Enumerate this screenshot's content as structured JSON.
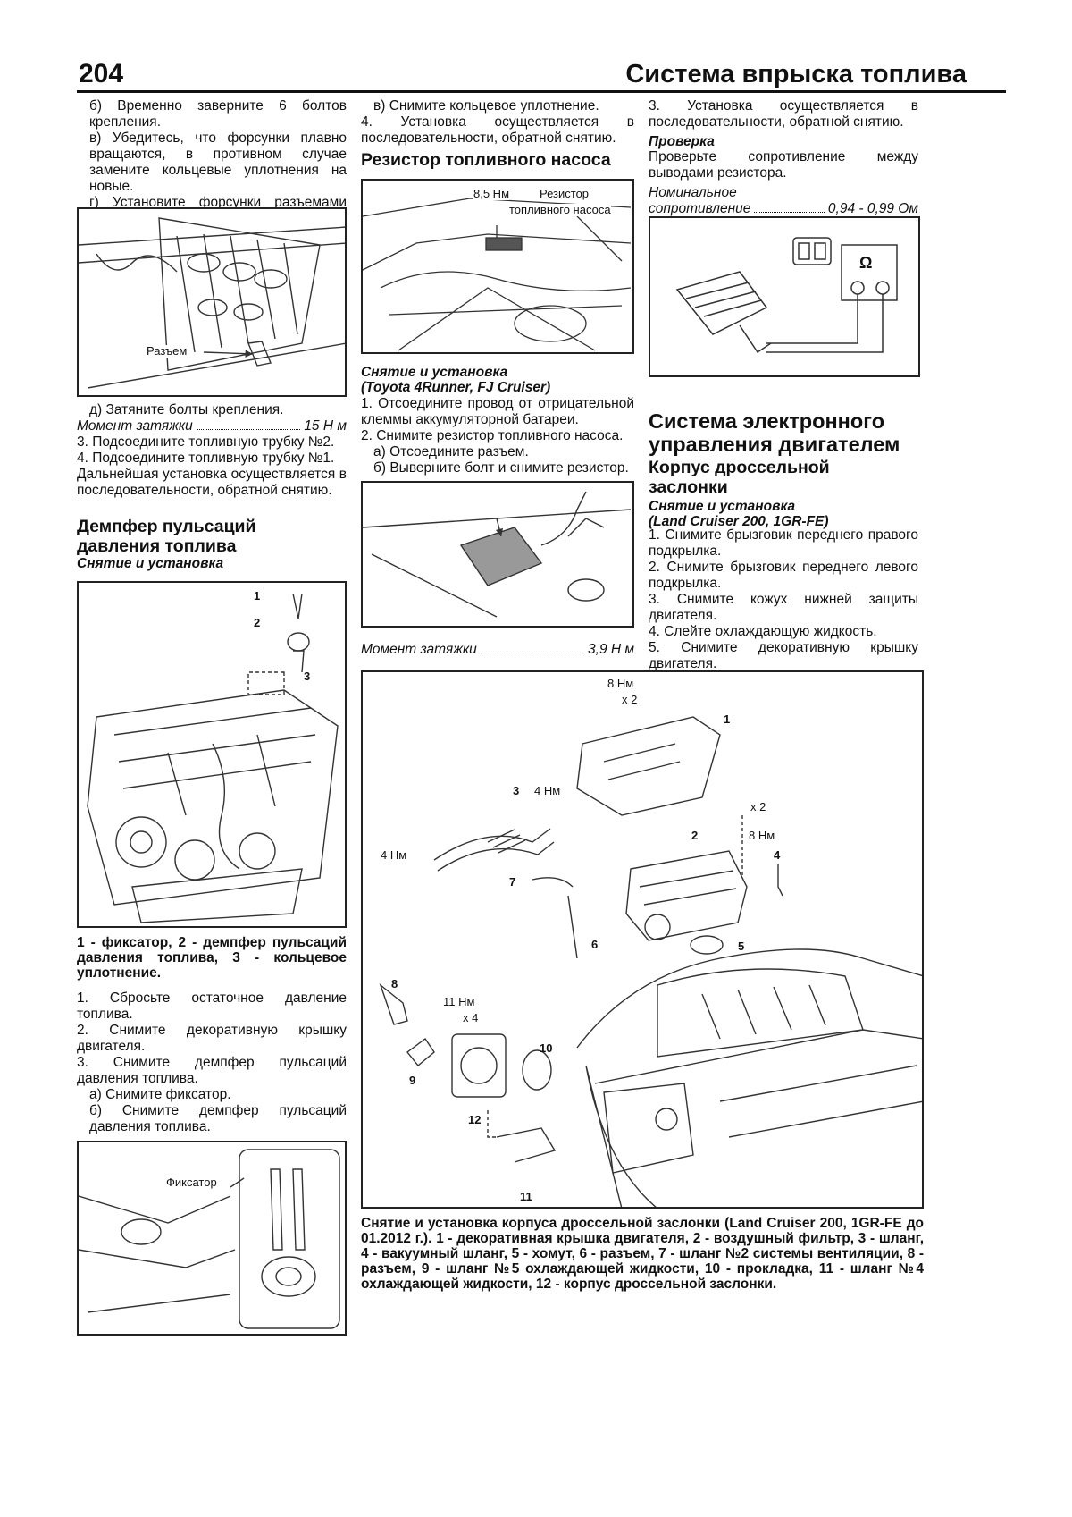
{
  "header": {
    "page_number": "204",
    "section_title": "Система впрыска топлива"
  },
  "col1": {
    "step_b": "б) Временно заверните 6 болтов крепления.",
    "step_v": "в) Убедитесь, что форсунки плавно вращаются, в противном случае замените кольцевые уплотнения на новые.",
    "step_g": "г) Установите форсунки разъемами наружу.",
    "fig1_label": "Разъем",
    "step_d": "д) Затяните болты крепления.",
    "torque_label": "Момент затяжки",
    "torque_value": "15 Н м",
    "step3": "3. Подсоедините топливную трубку №2.",
    "step4": "4. Подсоедините топливную трубку №1.",
    "further": "Дальнейшая установка осуществляется в последовательности, обратной снятию.",
    "damper_title_1": "Демпфер пульсаций",
    "damper_title_2": "давления топлива",
    "damper_sub": "Снятие и установка",
    "fig2_n1": "1",
    "fig2_n2": "2",
    "fig2_n3": "3",
    "fig2_caption": "1 - фиксатор, 2 - демпфер пульсаций давления топлива, 3 - кольцевое уплотнение.",
    "d_step1": "1. Сбросьте остаточное давление топлива.",
    "d_step2": "2. Снимите декоративную крышку двигателя.",
    "d_step3": "3. Снимите демпфер пульсаций давления топлива.",
    "d_step3a": "а) Снимите фиксатор.",
    "d_step3b": "б) Снимите демпфер пульсаций давления топлива.",
    "fig3_label": "Фиксатор"
  },
  "col2": {
    "step_v": "в) Снимите кольцевое уплотнение.",
    "step4": "4. Установка осуществляется в последовательности, обратной снятию.",
    "resistor_title": "Резистор топливного насоса",
    "fig_torque": "8,5 Нм",
    "fig_label_1": "Резистор",
    "fig_label_2": "топливного насоса",
    "sub_1": "Снятие и установка",
    "sub_2": "(Toyota 4Runner, FJ Cruiser)",
    "r_step1": "1. Отсоедините провод от отрицательной клеммы аккумуляторной батареи.",
    "r_step2": "2. Снимите резистор топливного насоса.",
    "r_step2a": "а) Отсоедините разъем.",
    "r_step2b": "б) Выверните болт и снимите резистор.",
    "torque_label": "Момент затяжки",
    "torque_value": "3,9 Н м"
  },
  "col3": {
    "step3": "3. Установка осуществляется в последовательности, обратной снятию.",
    "check_title": "Проверка",
    "check_text": "Проверьте сопротивление между выводами резистора.",
    "nominal_1": "Номинальное",
    "nominal_2": "сопротивление",
    "nominal_value": "0,94 - 0,99 Ом",
    "ohm_symbol": "Ω",
    "ecu_title_1": "Система электронного",
    "ecu_title_2": "управления двигателем",
    "throttle_title_1": "Корпус дроссельной",
    "throttle_title_2": "заслонки",
    "sub_1": "Снятие и установка",
    "sub_2": "(Land Cruiser 200, 1GR-FE)",
    "t_step1": "1. Снимите брызговик переднего правого подкрылка.",
    "t_step2": "2. Снимите брызговик переднего левого подкрылка.",
    "t_step3": "3. Снимите кожух нижней защиты двигателя.",
    "t_step4": "4. Слейте охлаждающую жидкость.",
    "t_step5": "5. Снимите декоративную крышку двигателя."
  },
  "bigfig": {
    "t_8nm_a": "8 Нм",
    "t_x2_a": "x 2",
    "t_4nm_a": "4 Нм",
    "t_4nm_b": "4 Нм",
    "t_x2_b": "x 2",
    "t_8nm_b": "8 Нм",
    "t_11nm": "11 Нм",
    "t_x4": "x 4",
    "n1": "1",
    "n2": "2",
    "n3": "3",
    "n4": "4",
    "n5": "5",
    "n6": "6",
    "n7": "7",
    "n8": "8",
    "n9": "9",
    "n10": "10",
    "n11": "11",
    "n12": "12",
    "caption": "Снятие и установка корпуса дроссельной заслонки (Land Cruiser 200, 1GR-FE до 01.2012 г.). 1 - декоративная крышка двигателя, 2 - воздушный фильтр, 3 - шланг, 4 - вакуумный шланг, 5 - хомут, 6 - разъем, 7 - шланг №2 системы вентиляции, 8 - разъем, 9 - шланг №5 охлаждающей жидкости, 10 - прокладка, 11 - шланг №4 охлаждающей жидкости, 12 - корпус дроссельной заслонки."
  }
}
